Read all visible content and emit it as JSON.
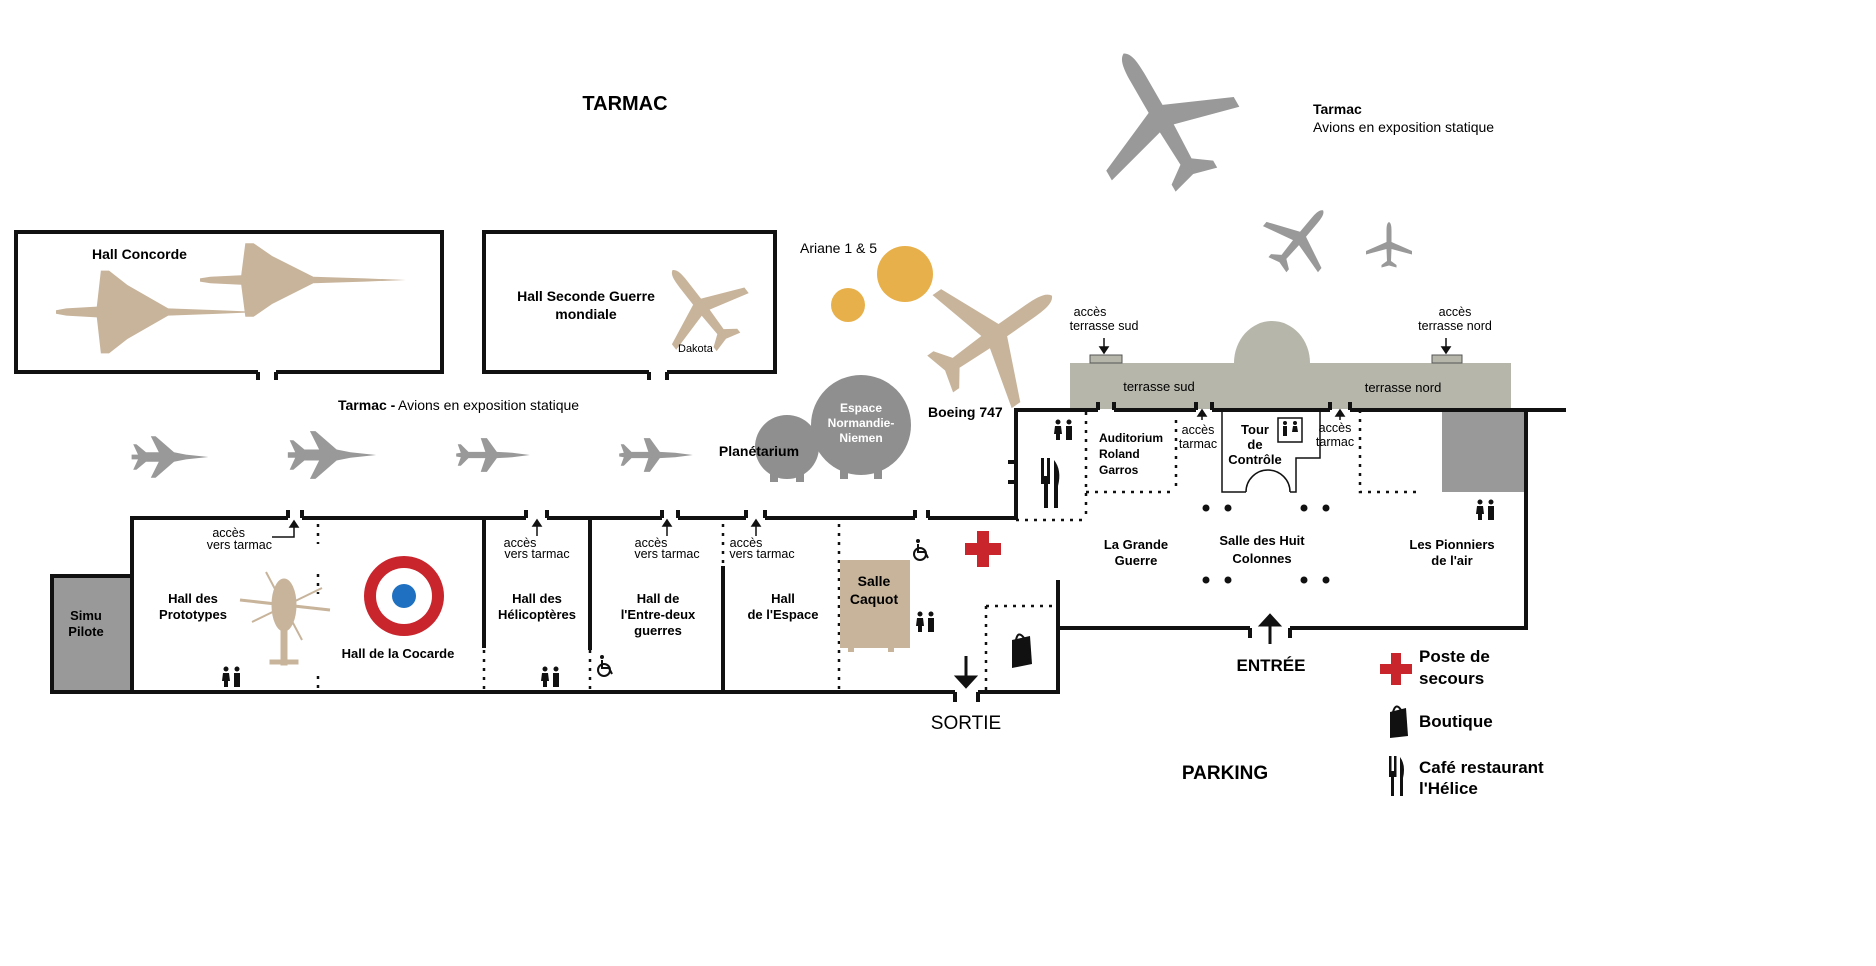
{
  "colors": {
    "wall": "#111111",
    "grey": "#999999",
    "beige": "#c8b49b",
    "gold": "#e8b04a",
    "red": "#c8252d",
    "blue": "#1f70c1",
    "terrace": "#b7b6ab",
    "dark_grey": "#8f8f8f"
  },
  "areas": {
    "tarmac_main": "TARMAC",
    "tarmac_right_title": "Tarmac",
    "tarmac_right_sub": "Avions en exposition statique",
    "tarmac_mid_title": "Tarmac -",
    "tarmac_mid_sub": "Avions en exposition statique",
    "hall_concorde": "Hall Concorde",
    "hall_ww2_l1": "Hall Seconde Guerre",
    "hall_ww2_l2": "mondiale",
    "dakota": "Dakota",
    "ariane": "Ariane 1 & 5",
    "espace_nn_l1": "Espace",
    "espace_nn_l2": "Normandie-",
    "espace_nn_l3": "Niemen",
    "planetarium": "Planétarium",
    "boeing": "Boeing 747",
    "simu_l1": "Simu",
    "simu_l2": "Pilote",
    "prototypes_l1": "Hall des",
    "prototypes_l2": "Prototypes",
    "cocarde": "Hall de la Cocarde",
    "helicopteres_l1": "Hall des",
    "helicopteres_l2": "Hélicoptères",
    "entre_deux_l1": "Hall de",
    "entre_deux_l2": "l'Entre-deux",
    "entre_deux_l3": "guerres",
    "espace_l1": "Hall",
    "espace_l2": "de l'Espace",
    "caquot_l1": "Salle",
    "caquot_l2": "Caquot",
    "auditorium_l1": "Auditorium",
    "auditorium_l2": "Roland",
    "auditorium_l3": "Garros",
    "tour_l1": "Tour",
    "tour_l2": "de",
    "tour_l3": "Contrôle",
    "grande_guerre_l1": "La Grande",
    "grande_guerre_l2": "Guerre",
    "huit_colonnes_l1": "Salle des Huit",
    "huit_colonnes_l2": "Colonnes",
    "pionniers_l1": "Les Pionniers",
    "pionniers_l2": "de l'air",
    "terrasse_sud": "terrasse sud",
    "terrasse_nord": "terrasse nord",
    "sortie": "SORTIE",
    "entree": "ENTRÉE",
    "parking": "PARKING"
  },
  "access": {
    "acces": "accès",
    "vers_tarmac": "vers tarmac",
    "tarmac": "tarmac",
    "terrasse_sud": "terrasse sud",
    "terrasse_nord": "terrasse nord"
  },
  "legend": {
    "first_aid_l1": "Poste de",
    "first_aid_l2": "secours",
    "boutique": "Boutique",
    "cafe_l1": "Café restaurant",
    "cafe_l2": "l'Hélice"
  }
}
